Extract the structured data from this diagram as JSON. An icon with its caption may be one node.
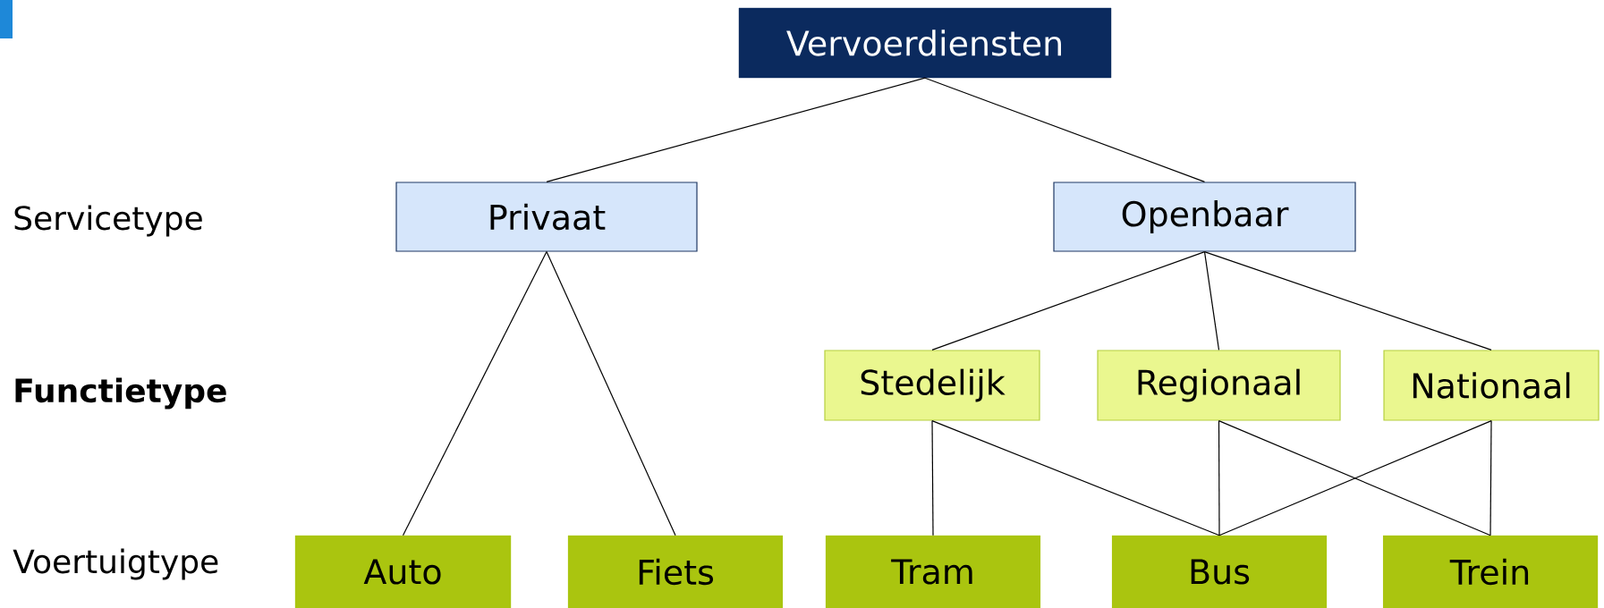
{
  "diagram": {
    "nodes": [
      {
        "text": [
          "Vervoerdiensten"
        ]
      },
      {
        "text": [
          "Privaat"
        ]
      },
      {
        "text": [
          "Openbaar"
        ]
      },
      {
        "text": [
          "Stedelijk"
        ]
      },
      {
        "text": [
          "Regionaal"
        ]
      },
      {
        "text": [
          "Nationaal"
        ]
      },
      {
        "text": [
          "Auto"
        ]
      },
      {
        "text": [
          "Fiets"
        ]
      },
      {
        "text": [
          "Tram"
        ]
      },
      {
        "text": [
          "Bus"
        ]
      },
      {
        "text": [
          "Trein"
        ]
      }
    ],
    "edges": [
      {
        "from": 0,
        "to": 1,
        "arrow": "none"
      },
      {
        "from": 0,
        "to": 2,
        "arrow": "none"
      },
      {
        "from": 1,
        "to": 6,
        "arrow": "none"
      },
      {
        "from": 1,
        "to": 7,
        "arrow": "none"
      },
      {
        "from": 2,
        "to": 3,
        "arrow": "none"
      },
      {
        "from": 2,
        "to": 4,
        "arrow": "none"
      },
      {
        "from": 2,
        "to": 5,
        "arrow": "none"
      },
      {
        "from": 3,
        "to": 8,
        "arrow": "none"
      },
      {
        "from": 3,
        "to": 9,
        "arrow": "none"
      },
      {
        "from": 4,
        "to": 9,
        "arrow": "none"
      },
      {
        "from": 4,
        "to": 10,
        "arrow": "none"
      },
      {
        "from": 5,
        "to": 9,
        "arrow": "none"
      },
      {
        "from": 5,
        "to": 10,
        "arrow": "none"
      }
    ],
    "labels": [
      "Servicetype",
      "Functietype",
      "Voertuigtype"
    ]
  }
}
